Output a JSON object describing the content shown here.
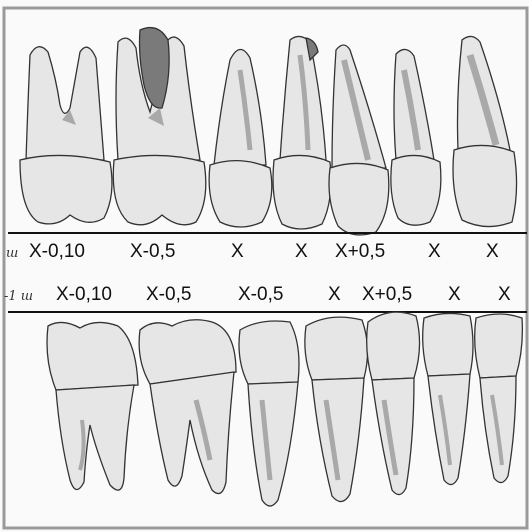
{
  "upper_row": {
    "prefix": "ш",
    "labels": [
      "X-0,10",
      "X-0,5",
      "X",
      "X",
      "X+0,5",
      "X",
      "X"
    ]
  },
  "lower_row": {
    "prefix": "-1 ш",
    "labels": [
      "X-0,10",
      "X-0,5",
      "X-0,5",
      "X",
      "X+0,5",
      "X",
      "X"
    ]
  },
  "colors": {
    "tooth_fill": "#e6e6e6",
    "tooth_outline": "#333333",
    "pulp": "#a9a9a9",
    "pulp_dark": "#7a7a7a",
    "reference_line": "#111111"
  }
}
